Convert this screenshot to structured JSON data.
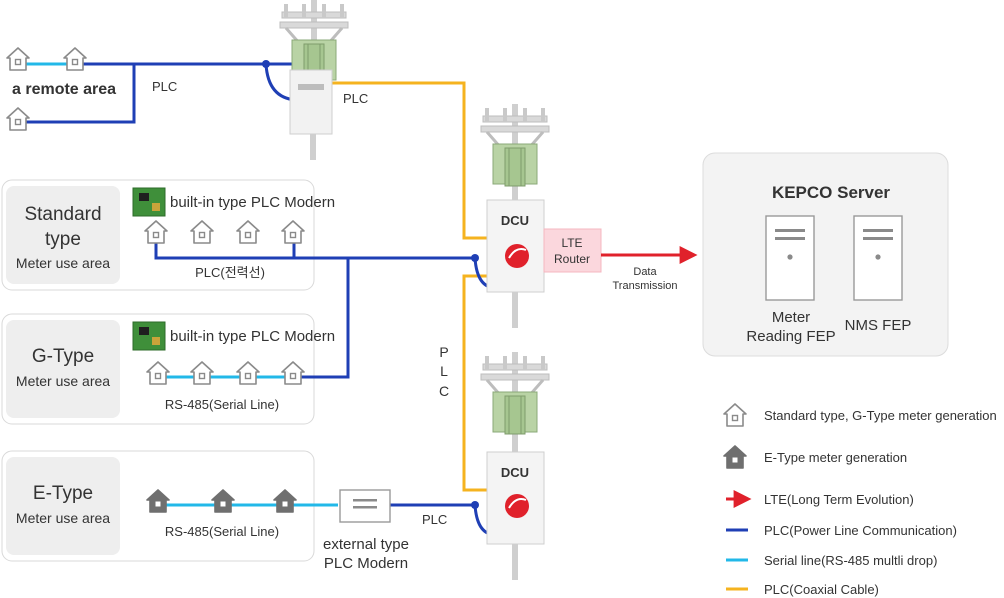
{
  "remote_area": {
    "label": "a remote area",
    "plc_label": "PLC",
    "plc_pole_label": "PLC"
  },
  "standard_area": {
    "title_line1": "Standard",
    "title_line2": "type",
    "subtitle": "Meter use area",
    "modem_label": "built-in type PLC Modern",
    "line_label": "PLC(전력선)"
  },
  "gtype_area": {
    "title": "G-Type",
    "subtitle": "Meter use area",
    "modem_label": "built-in type PLC Modern",
    "line_label": "RS-485(Serial Line)"
  },
  "etype_area": {
    "title": "E-Type",
    "subtitle": "Meter use area",
    "line_label": "RS-485(Serial Line)",
    "external_modem_line1": "external type",
    "external_modem_line2": "PLC Modern",
    "plc_label": "PLC"
  },
  "dcu_top": {
    "label": "DCU"
  },
  "dcu_bottom": {
    "label": "DCU"
  },
  "router": {
    "line1": "LTE",
    "line2": "Router"
  },
  "data_transmission": {
    "line1": "Data",
    "line2": "Transmission"
  },
  "vertical_plc": [
    "P",
    "L",
    "C"
  ],
  "server": {
    "title": "KEPCO Server",
    "meter_fep_line1": "Meter",
    "meter_fep_line2": "Reading FEP",
    "nms_fep": "NMS FEP"
  },
  "legend": [
    {
      "icon": "house-outline-icon",
      "label": "Standard type, G-Type meter generation"
    },
    {
      "icon": "house-filled-icon",
      "label": "E-Type meter generation"
    },
    {
      "icon": "red-arrow-icon",
      "label": "LTE(Long Term Evolution)",
      "color": "#e0212b"
    },
    {
      "icon": "blue-line-icon",
      "label": "PLC(Power Line Communication)",
      "color": "#1f3fb5"
    },
    {
      "icon": "cyan-line-icon",
      "label": "Serial line(RS-485 multli drop)",
      "color": "#22b8e8"
    },
    {
      "icon": "orange-line-icon",
      "label": "PLC(Coaxial Cable)",
      "color": "#f5b31f"
    }
  ],
  "colors": {
    "plc_blue": "#1f3fb5",
    "serial_cyan": "#22b8e8",
    "coax_orange": "#f5b31f",
    "lte_red": "#e0212b"
  }
}
